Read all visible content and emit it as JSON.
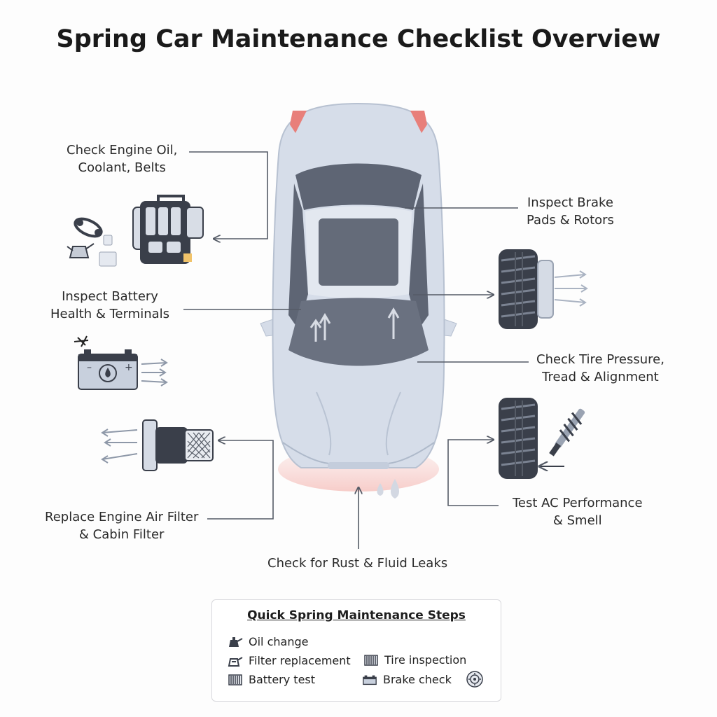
{
  "title": "Spring Car Maintenance Checklist Overview",
  "callouts": {
    "engine_oil": [
      "Check Engine Oil,",
      "Coolant, Belts"
    ],
    "brake": [
      "Inspect Brake",
      "Pads & Rotors"
    ],
    "battery": [
      "Inspect Battery",
      "Health & Terminals"
    ],
    "tire": [
      "Check Tire Pressure,",
      "Tread & Alignment"
    ],
    "air_filter": [
      "Replace Engine Air Filter",
      "& Cabin Filter"
    ],
    "ac": [
      "Test AC Performance",
      "& Smell"
    ],
    "rust": [
      "Check for Rust & Fluid Leaks"
    ]
  },
  "quick_steps": {
    "title": "Quick Spring Maintenance Steps",
    "items": [
      {
        "label": "Oil change",
        "icon": "oil-can-icon"
      },
      {
        "label": "Filter replacement",
        "icon": "oil-can-icon"
      },
      {
        "label": "Battery test",
        "icon": "filter-icon"
      },
      {
        "label": "Tire inspection",
        "icon": "filter-icon"
      },
      {
        "label": "Brake check",
        "icon": "battery-icon"
      }
    ],
    "extra_icon": "brake-disc-icon"
  },
  "colors": {
    "car_body": "#d3dbe8",
    "car_glass": "#5a6170",
    "lines": "#555b66",
    "accent_red": "#e87f7a",
    "icon_dark": "#3a3f4a"
  }
}
